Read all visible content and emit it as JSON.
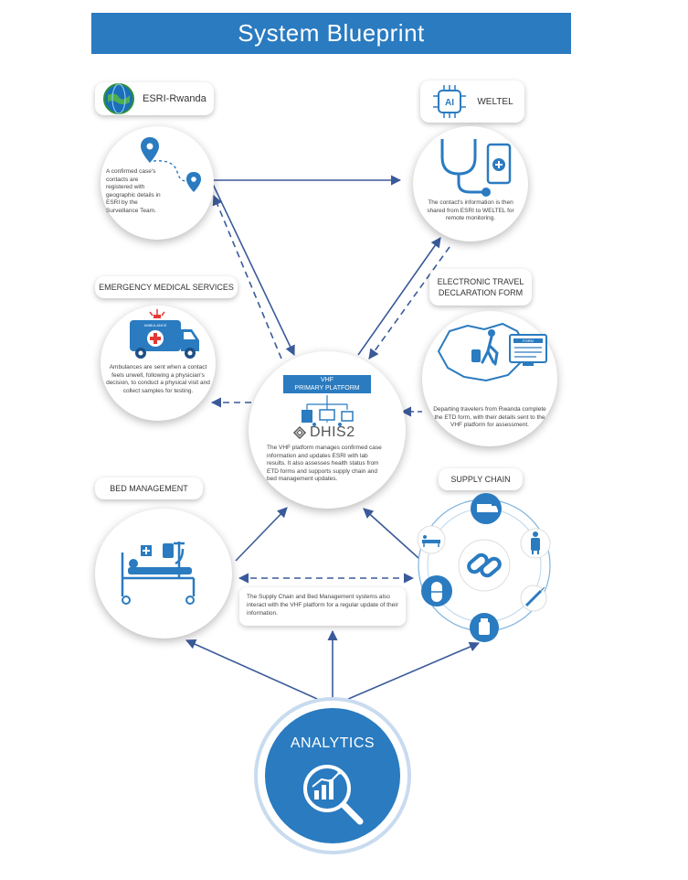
{
  "title": "System Blueprint",
  "nodes": {
    "esri": {
      "label": "ESRI-Rwanda",
      "desc": "A confirmed case's contacts are registered with geographic details in ESRI by the Surveillance Team."
    },
    "weltel": {
      "label": "WELTEL",
      "icon_text": "AI",
      "desc": "The contact's information is then shared from ESRI to WELTEL for remote monitoring."
    },
    "ems": {
      "label": "EMERGENCY MEDICAL SERVICES",
      "icon_text": "AMBULANCE",
      "desc": "Ambulances are sent when a contact feels unwell, following a physician's decision, to conduct a physical visit and collect samples for testing."
    },
    "etd": {
      "label_line1": "ELECTRONIC TRAVEL",
      "label_line2": "DECLARATION FORM",
      "icon_text": "FORM",
      "desc": "Departing travelers from Rwanda complete the ETD form, with their details sent to the VHF platform for assessment."
    },
    "vhf": {
      "label_line1": "VHF",
      "label_line2": "PRIMARY PLATFORM",
      "logo": "DHIS2",
      "desc": "The VHF platform manages confirmed case information and updates ESRI with lab results. It also assesses health status from ETD forms and supports supply chain and bed management updates."
    },
    "bed": {
      "label": "BED MANAGEMENT"
    },
    "supply": {
      "label": "SUPPLY CHAIN"
    },
    "analytics": {
      "label": "ANALYTICS"
    }
  },
  "note": "The Supply Chain and Bed Management systems also interact with the VHF platform for a regular update of their information.",
  "colors": {
    "primary": "#2a7bc0",
    "arrow": "#3a5a9a"
  }
}
